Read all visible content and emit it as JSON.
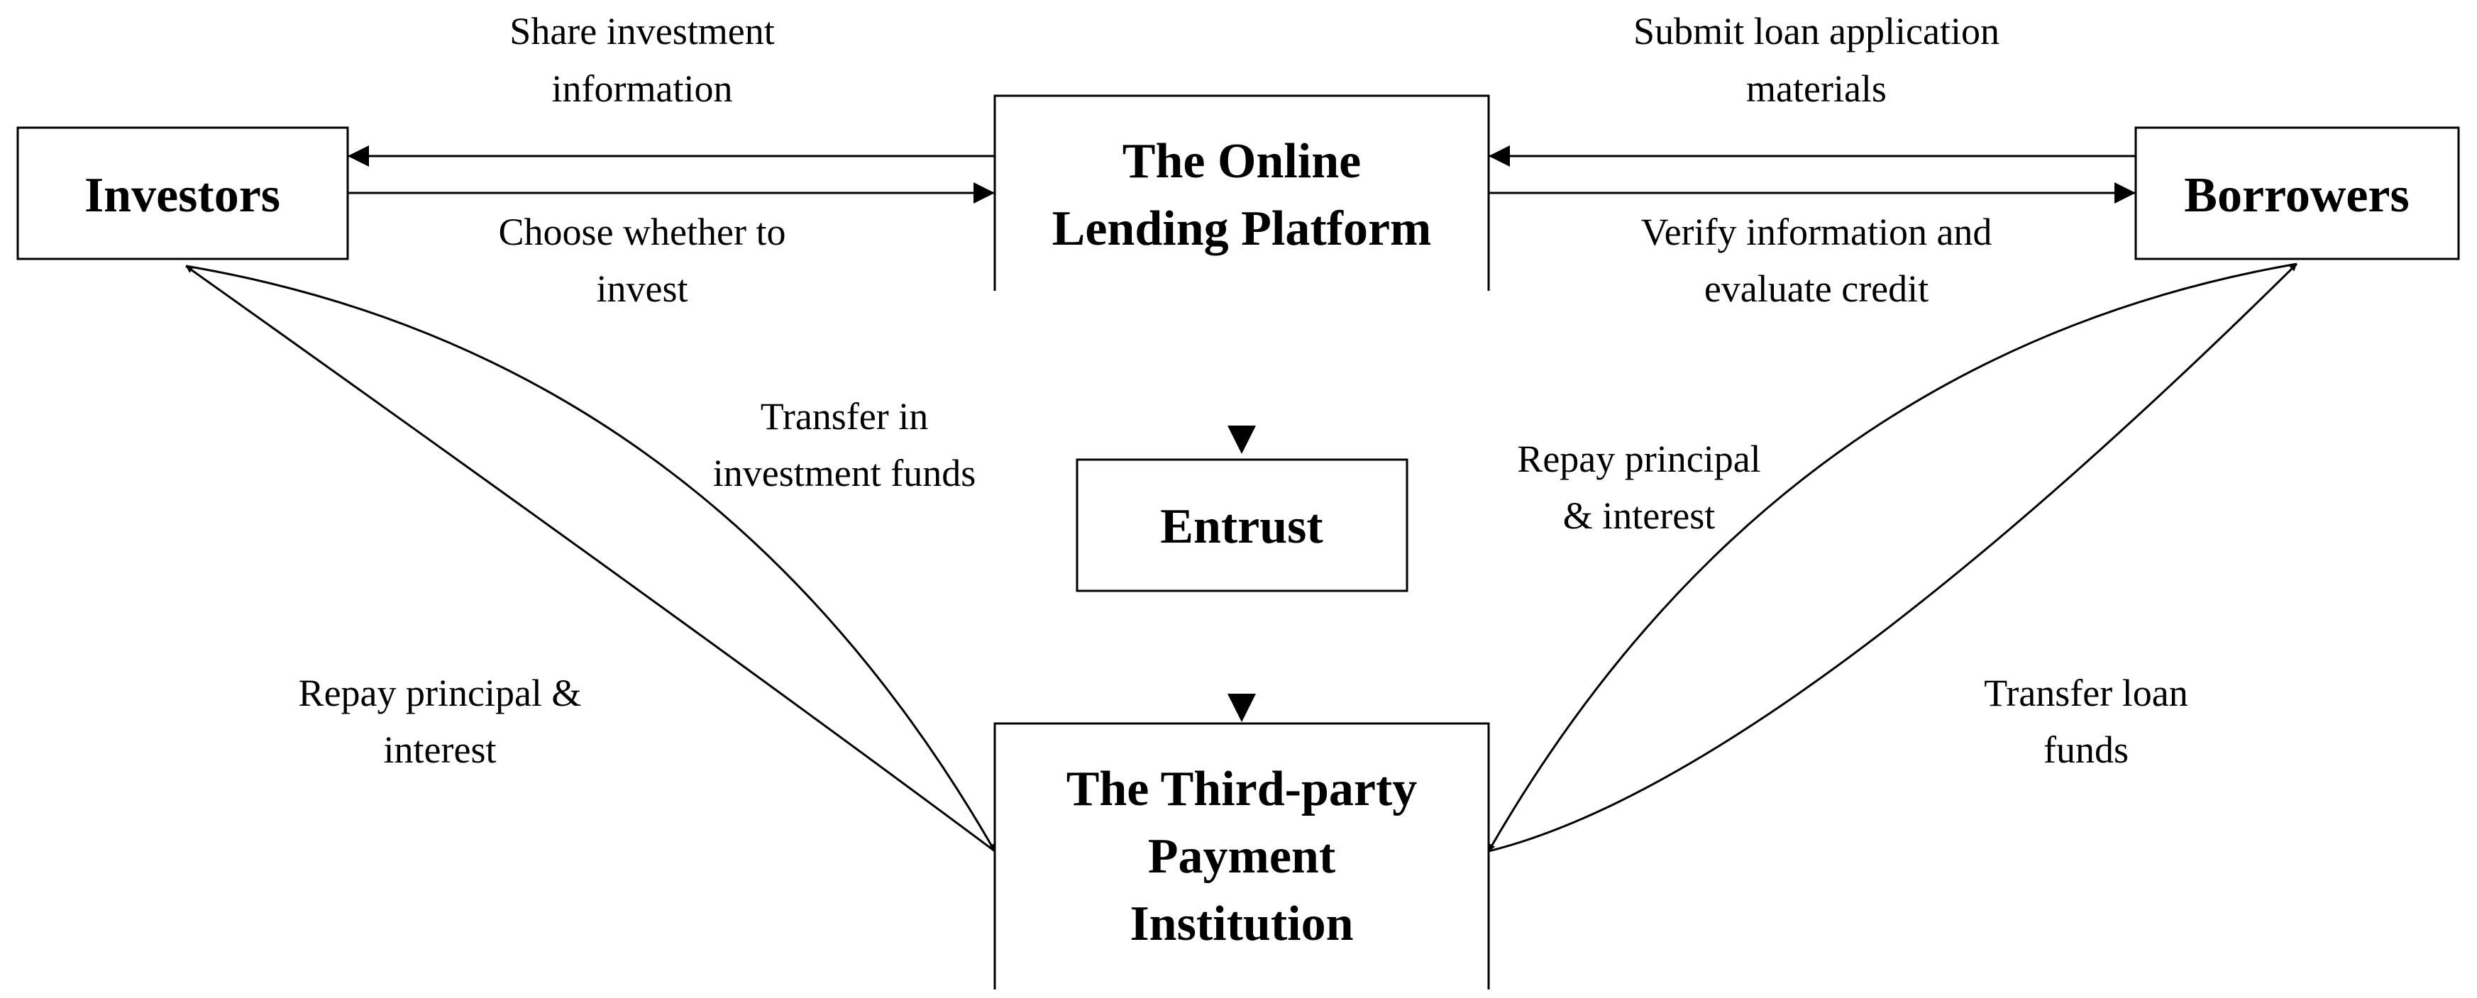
{
  "nodes": {
    "investors": "Investors",
    "platform": [
      "The Online",
      "Lending Platform"
    ],
    "borrowers": "Borrowers",
    "entrust": "Entrust",
    "payment": [
      "The Third-party",
      "Payment",
      "Institution"
    ]
  },
  "edges": {
    "share_investment": [
      "Share investment",
      "information"
    ],
    "choose_invest": [
      "Choose whether to",
      "invest"
    ],
    "submit_loan": [
      "Submit loan application",
      "materials"
    ],
    "verify_info": [
      "Verify information and",
      "evaluate credit"
    ],
    "transfer_investment": [
      "Transfer in",
      "investment funds"
    ],
    "repay_investors": [
      "Repay principal &",
      "interest"
    ],
    "repay_borrowers": [
      "Repay principal",
      "& interest"
    ],
    "transfer_loan": [
      "Transfer loan",
      "funds"
    ]
  }
}
